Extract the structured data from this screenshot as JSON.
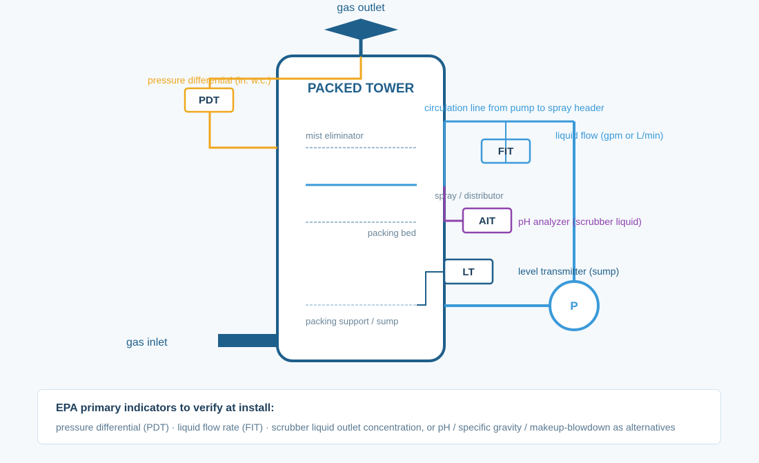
{
  "colors": {
    "tower": "#1f5f8b",
    "circulation": "#3b9ad9",
    "pressure": "#f0a71e",
    "ph": "#8e44ad",
    "label_gray": "#6b8699",
    "title_dark": "#1e3f5c"
  },
  "diagram": {
    "gas_outlet": "gas outlet",
    "gas_inlet": "gas inlet",
    "tower_title": "PACKED TOWER",
    "internals": {
      "mist_eliminator": "mist eliminator",
      "spray_distributor": "spray / distributor",
      "packing_bed": "packing bed",
      "packing_support": "packing support / sump"
    },
    "circulation_line": "circulation line from pump to spray header",
    "instruments": {
      "pdt": {
        "tag": "PDT",
        "description": "pressure differential (in. w.c.)"
      },
      "fit": {
        "tag": "FIT",
        "description": "liquid flow (gpm or L/min)"
      },
      "ait": {
        "tag": "AIT",
        "description": "pH analyzer (scrubber liquid)"
      },
      "lt": {
        "tag": "LT",
        "description": "level transmitter (sump)"
      },
      "pump": {
        "tag": "P"
      }
    }
  },
  "notes": {
    "title": "EPA primary indicators to verify at install:",
    "text": "pressure differential (PDT) · liquid flow rate (FIT) · scrubber liquid outlet concentration, or pH / specific gravity / makeup-blowdown as alternatives"
  }
}
